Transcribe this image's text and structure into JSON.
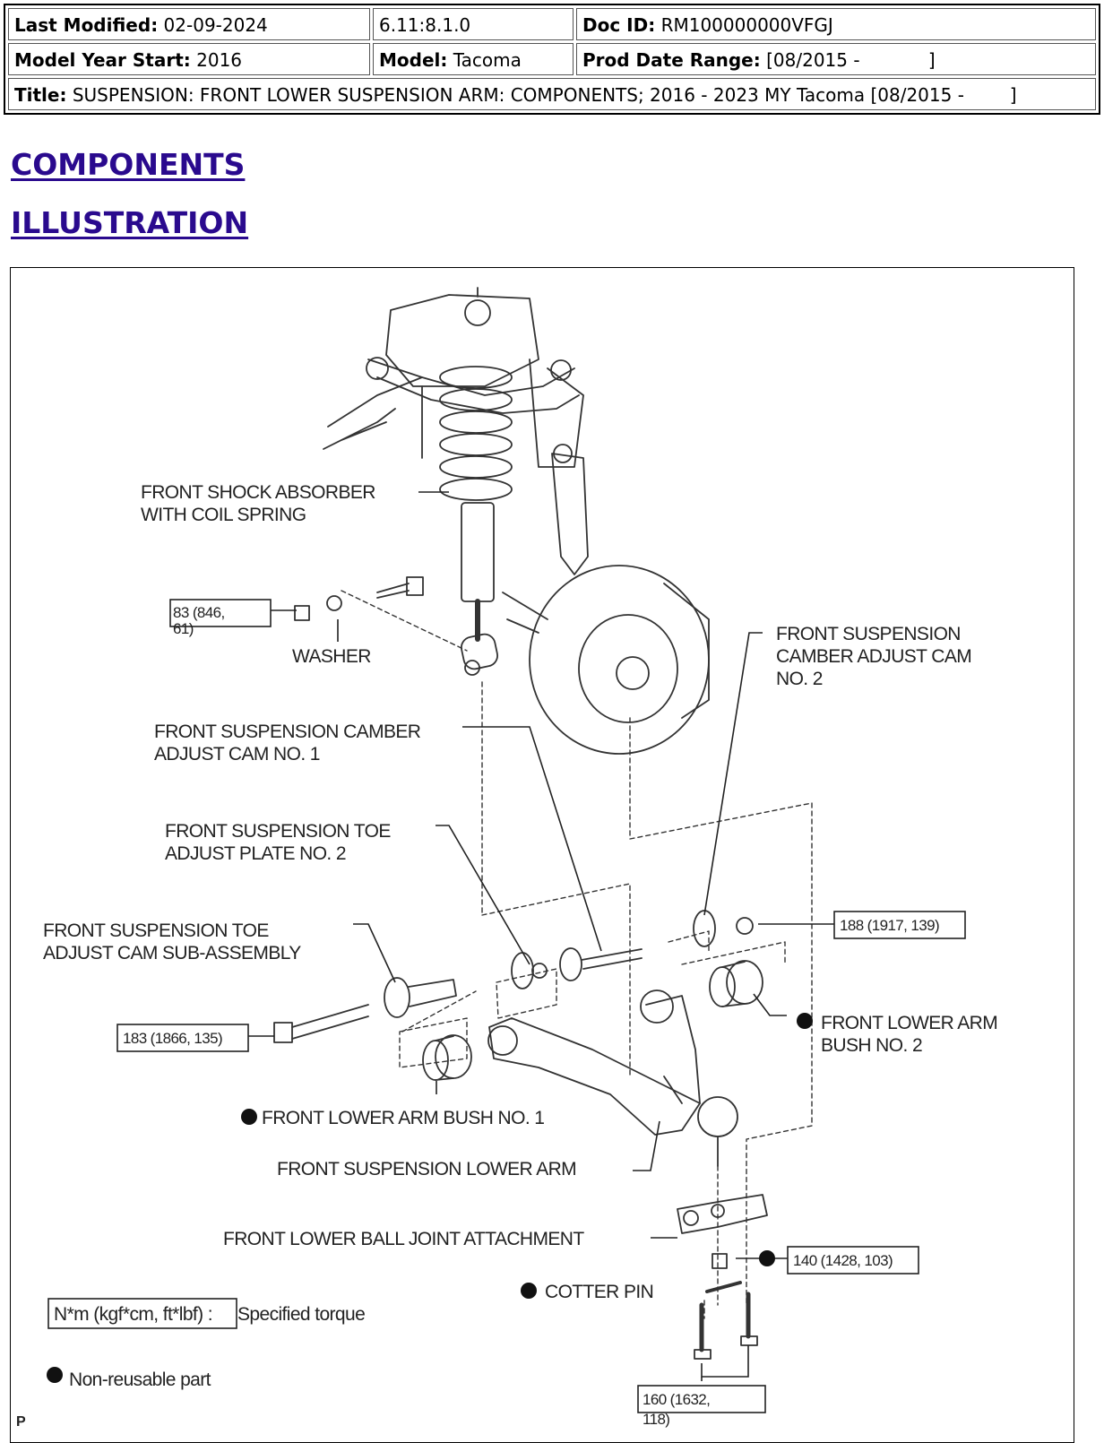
{
  "header": {
    "last_modified_label": "Last Modified:",
    "last_modified_value": "02-09-2024",
    "version": "6.11:8.1.0",
    "doc_id_label": "Doc ID:",
    "doc_id_value": "RM100000000VFGJ",
    "model_year_start_label": "Model Year Start:",
    "model_year_start_value": "2016",
    "model_label": "Model:",
    "model_value": "Tacoma",
    "prod_date_range_label": "Prod Date Range:",
    "prod_date_range_value": "[08/2015 -            ]",
    "title_label": "Title:",
    "title_value": "SUSPENSION: FRONT LOWER SUSPENSION ARM: COMPONENTS; 2016 - 2023 MY Tacoma [08/2015 -        ]"
  },
  "sections": {
    "components": "COMPONENTS",
    "illustration": "ILLUSTRATION"
  },
  "labels": {
    "shock_1": "FRONT SHOCK ABSORBER",
    "shock_2": "WITH COIL SPRING",
    "washer": "WASHER",
    "cam2_1": "FRONT SUSPENSION",
    "cam2_2": "CAMBER ADJUST CAM",
    "cam2_3": "NO. 2",
    "cam1_1": "FRONT SUSPENSION CAMBER",
    "cam1_2": "ADJUST CAM NO. 1",
    "toeplate_1": "FRONT SUSPENSION TOE",
    "toeplate_2": "ADJUST PLATE NO. 2",
    "toecam_1": "FRONT SUSPENSION TOE",
    "toecam_2": "ADJUST CAM SUB-ASSEMBLY",
    "bush2_1": "FRONT LOWER ARM",
    "bush2_2": "BUSH NO. 2",
    "bush1": "FRONT LOWER ARM BUSH NO. 1",
    "lower_arm": "FRONT SUSPENSION LOWER ARM",
    "ball_joint": "FRONT LOWER BALL JOINT ATTACHMENT",
    "cotter_pin": "COTTER PIN",
    "legend_torque_box": "N*m (kgf*cm, ft*lbf) :",
    "legend_torque_text": "Specified torque",
    "legend_nonreusable": "Non-reusable part",
    "page_marker": "P"
  },
  "torques": {
    "t83_line1": "83 (846,",
    "t83_line2": "61)",
    "t188": "188 (1917, 139)",
    "t183": "183 (1866, 135)",
    "t140": "140 (1428, 103)",
    "t160_line1": "160 (1632,",
    "t160_line2": "118)"
  },
  "colors": {
    "heading": "#2a0a8e",
    "line_art": "#333333"
  }
}
